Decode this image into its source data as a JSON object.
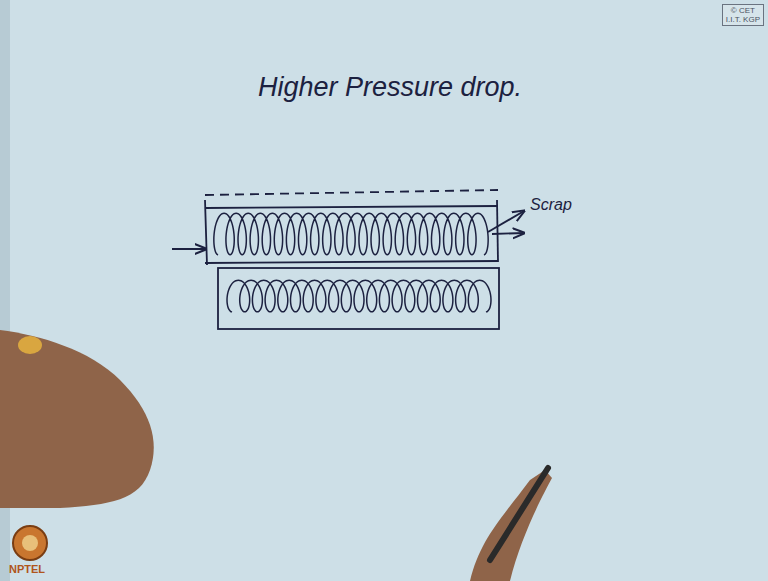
{
  "diagram": {
    "title": "Higher Pressure drop.",
    "nodes": [
      {
        "text": [
          "© CET",
          "I.I.T. KGP"
        ]
      }
    ],
    "labels": [
      "Scrap",
      "NPTEL"
    ]
  }
}
